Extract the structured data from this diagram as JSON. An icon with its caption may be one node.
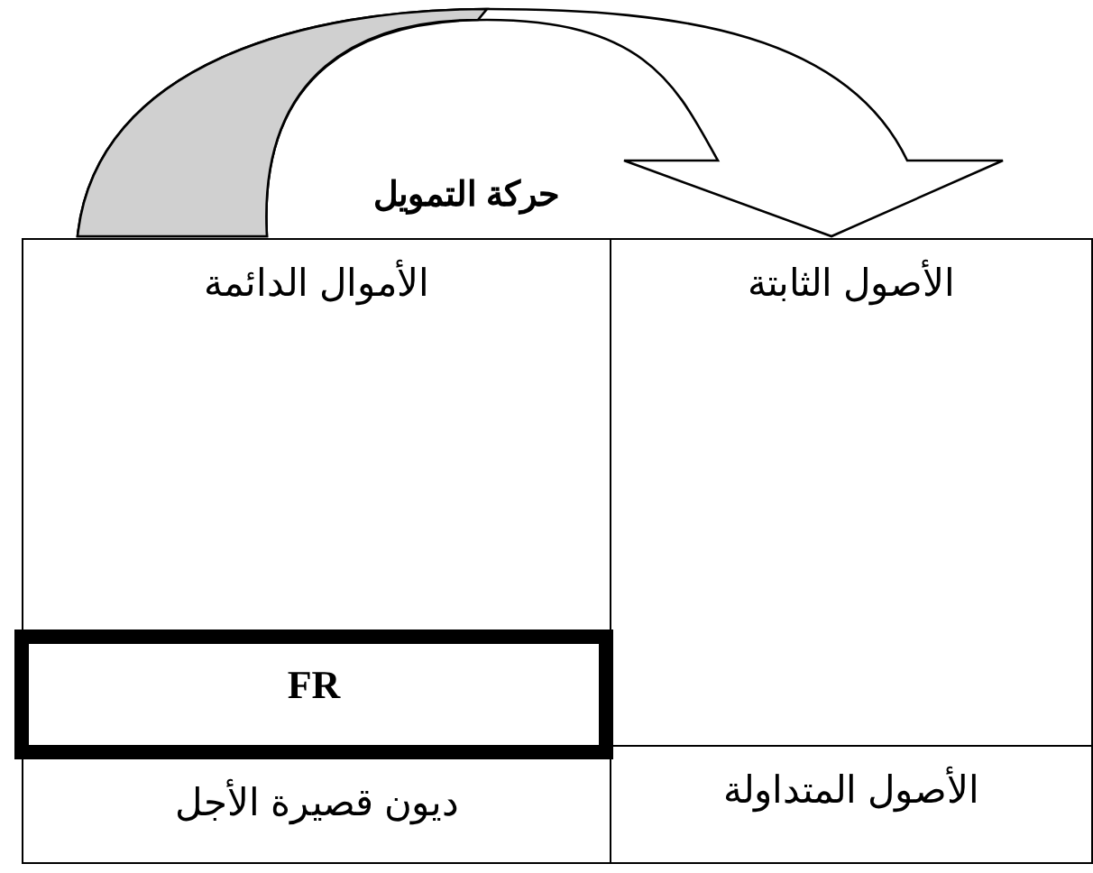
{
  "diagram": {
    "nodes": [
      {
        "text": [
          "الأصول الثابتة"
        ]
      },
      {
        "text": [
          "الأموال الدائمة"
        ]
      },
      {
        "text": [
          "FR"
        ],
        "in": 1
      },
      {
        "text": [
          "الأصول المتداولة"
        ]
      },
      {
        "text": [
          "ديون قصيرة الأجل"
        ]
      }
    ],
    "edges": [
      {
        "from": 1,
        "to": 0,
        "arrow": "to",
        "label": "حركة التمويل"
      }
    ]
  }
}
